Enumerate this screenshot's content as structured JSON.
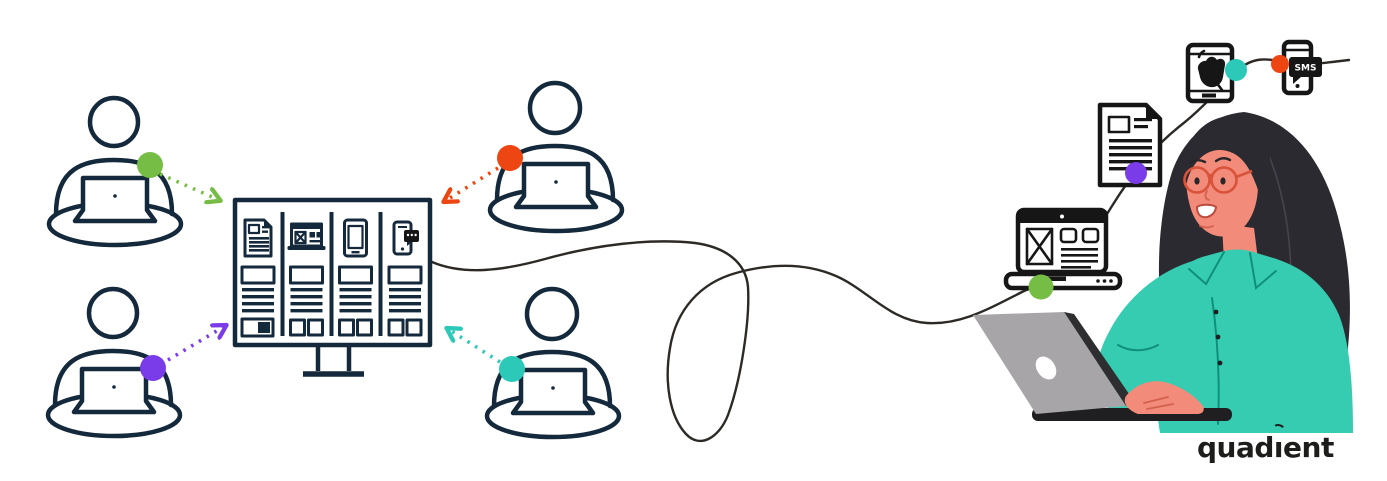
{
  "logo": {
    "full": "quadient",
    "pre": "quad",
    "i": "ı",
    "post": "ent"
  },
  "sms_phone": {
    "bubble_text": "SMS"
  },
  "palette": {
    "outline_navy": "#14293c",
    "flow_line": "#2d2a26",
    "green": "#76bd45",
    "orange_red": "#ee4613",
    "purple": "#7a3ce8",
    "teal": "#2cc9b9",
    "shirt_teal": "#36ccb1",
    "skin": "#f28b79",
    "hair": "#2b2a31",
    "laptop_gray": "#a8a5a9",
    "glasses": "#d9523a",
    "icon_black": "#161616",
    "logo_black": "#1d1d1b"
  },
  "senders": [
    {
      "position": "top-left",
      "dot_color": "#76bd45",
      "arrow": "dashed toward monitor (down-right)"
    },
    {
      "position": "bottom-left",
      "dot_color": "#7a3ce8",
      "arrow": "dashed toward monitor (up-right)"
    },
    {
      "position": "top-center",
      "dot_color": "#ee4613",
      "arrow": "dashed toward monitor (down-left)"
    },
    {
      "position": "bottom-center",
      "dot_color": "#2cc9b9",
      "arrow": "dashed toward monitor (up-left)"
    }
  ],
  "monitor_channels": [
    "document-icon",
    "webpage-icon",
    "tablet-icon",
    "mobile-chat-icon"
  ],
  "flow_outputs": [
    {
      "icon": "laptop-wireframe-icon",
      "dot_color": "#76bd45"
    },
    {
      "icon": "document-icon",
      "dot_color": "#7a3ce8"
    },
    {
      "icon": "tablet-tap-icon",
      "dot_color": "#2cc9b9"
    },
    {
      "icon": "sms-phone-icon",
      "dot_color": "#ee4613"
    }
  ]
}
